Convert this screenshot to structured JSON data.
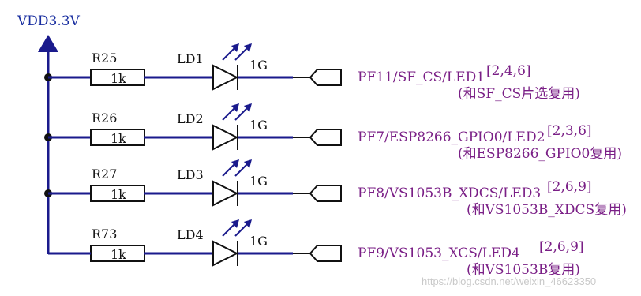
{
  "power": {
    "label": "VDD3.3V"
  },
  "rows": [
    {
      "resistor": "R25",
      "value": "1k",
      "led": "LD1",
      "color": "1G",
      "net": "PF11/SF_CS/LED1",
      "refs": "[2,4,6]",
      "note": "(和SF_CS片选复用)"
    },
    {
      "resistor": "R26",
      "value": "1k",
      "led": "LD2",
      "color": "1G",
      "net": "PF7/ESP8266_GPIO0/LED2",
      "refs": "[2,3,6]",
      "note": "(和ESP8266_GPIO0复用)"
    },
    {
      "resistor": "R27",
      "value": "1k",
      "led": "LD3",
      "color": "1G",
      "net": "PF8/VS1053B_XDCS/LED3",
      "refs": "[2,6,9]",
      "note": "(和VS1053B_XDCS复用)"
    },
    {
      "resistor": "R73",
      "value": "1k",
      "led": "LD4",
      "color": "1G",
      "net": "PF9/VS1053_XCS/LED4",
      "refs": "[2,6,9]",
      "note": "(和VS1053B复用)"
    }
  ],
  "watermark": "https://blog.csdn.net/weixin_46623350",
  "colors": {
    "wire": "#1a1a8c",
    "pin_text": "#7a1f86",
    "power_text": "#1a2fa0"
  }
}
